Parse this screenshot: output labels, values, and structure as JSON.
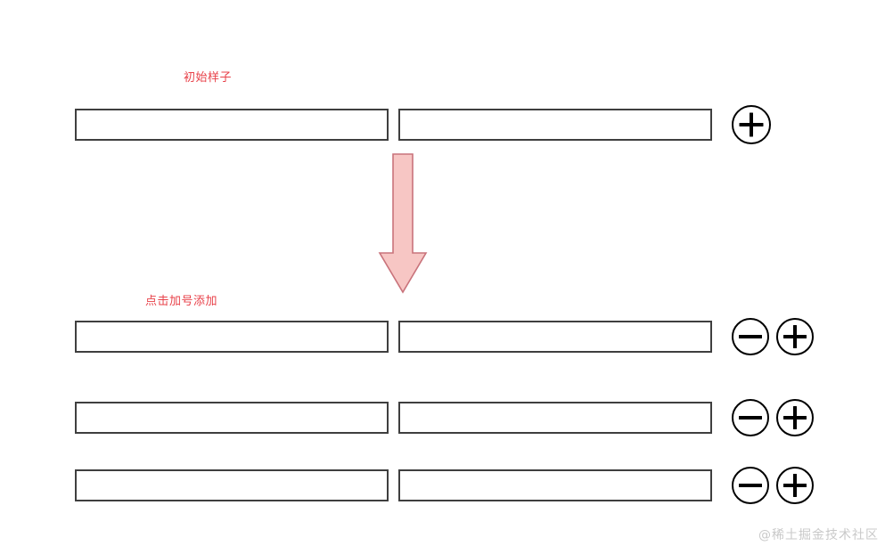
{
  "page": {
    "background": "#ffffff",
    "accent_red": "#e8424a",
    "border_color": "#3f3f3f",
    "icon_color": "#000000",
    "arrow_fill": "#f7c6c4",
    "arrow_stroke": "#c9737b",
    "watermark_color": "#c9c9c9"
  },
  "sections": {
    "initial": {
      "label": "初始样子",
      "rows": [
        {
          "left_value": "",
          "left_placeholder": "",
          "right_value": "",
          "right_placeholder": "",
          "controls": [
            "add-icon"
          ]
        }
      ]
    },
    "after_click": {
      "label": "点击加号添加",
      "rows": [
        {
          "left_value": "",
          "left_placeholder": "",
          "right_value": "",
          "right_placeholder": "",
          "controls": [
            "remove-icon",
            "add-icon"
          ]
        },
        {
          "left_value": "",
          "left_placeholder": "",
          "right_value": "",
          "right_placeholder": "",
          "controls": [
            "remove-icon",
            "add-icon"
          ]
        },
        {
          "left_value": "",
          "left_placeholder": "",
          "right_value": "",
          "right_placeholder": "",
          "controls": [
            "remove-icon",
            "add-icon"
          ]
        }
      ]
    }
  },
  "arrow": {
    "name": "down-arrow-icon",
    "direction": "down"
  },
  "watermark": {
    "text": "@稀土掘金技术社区"
  }
}
